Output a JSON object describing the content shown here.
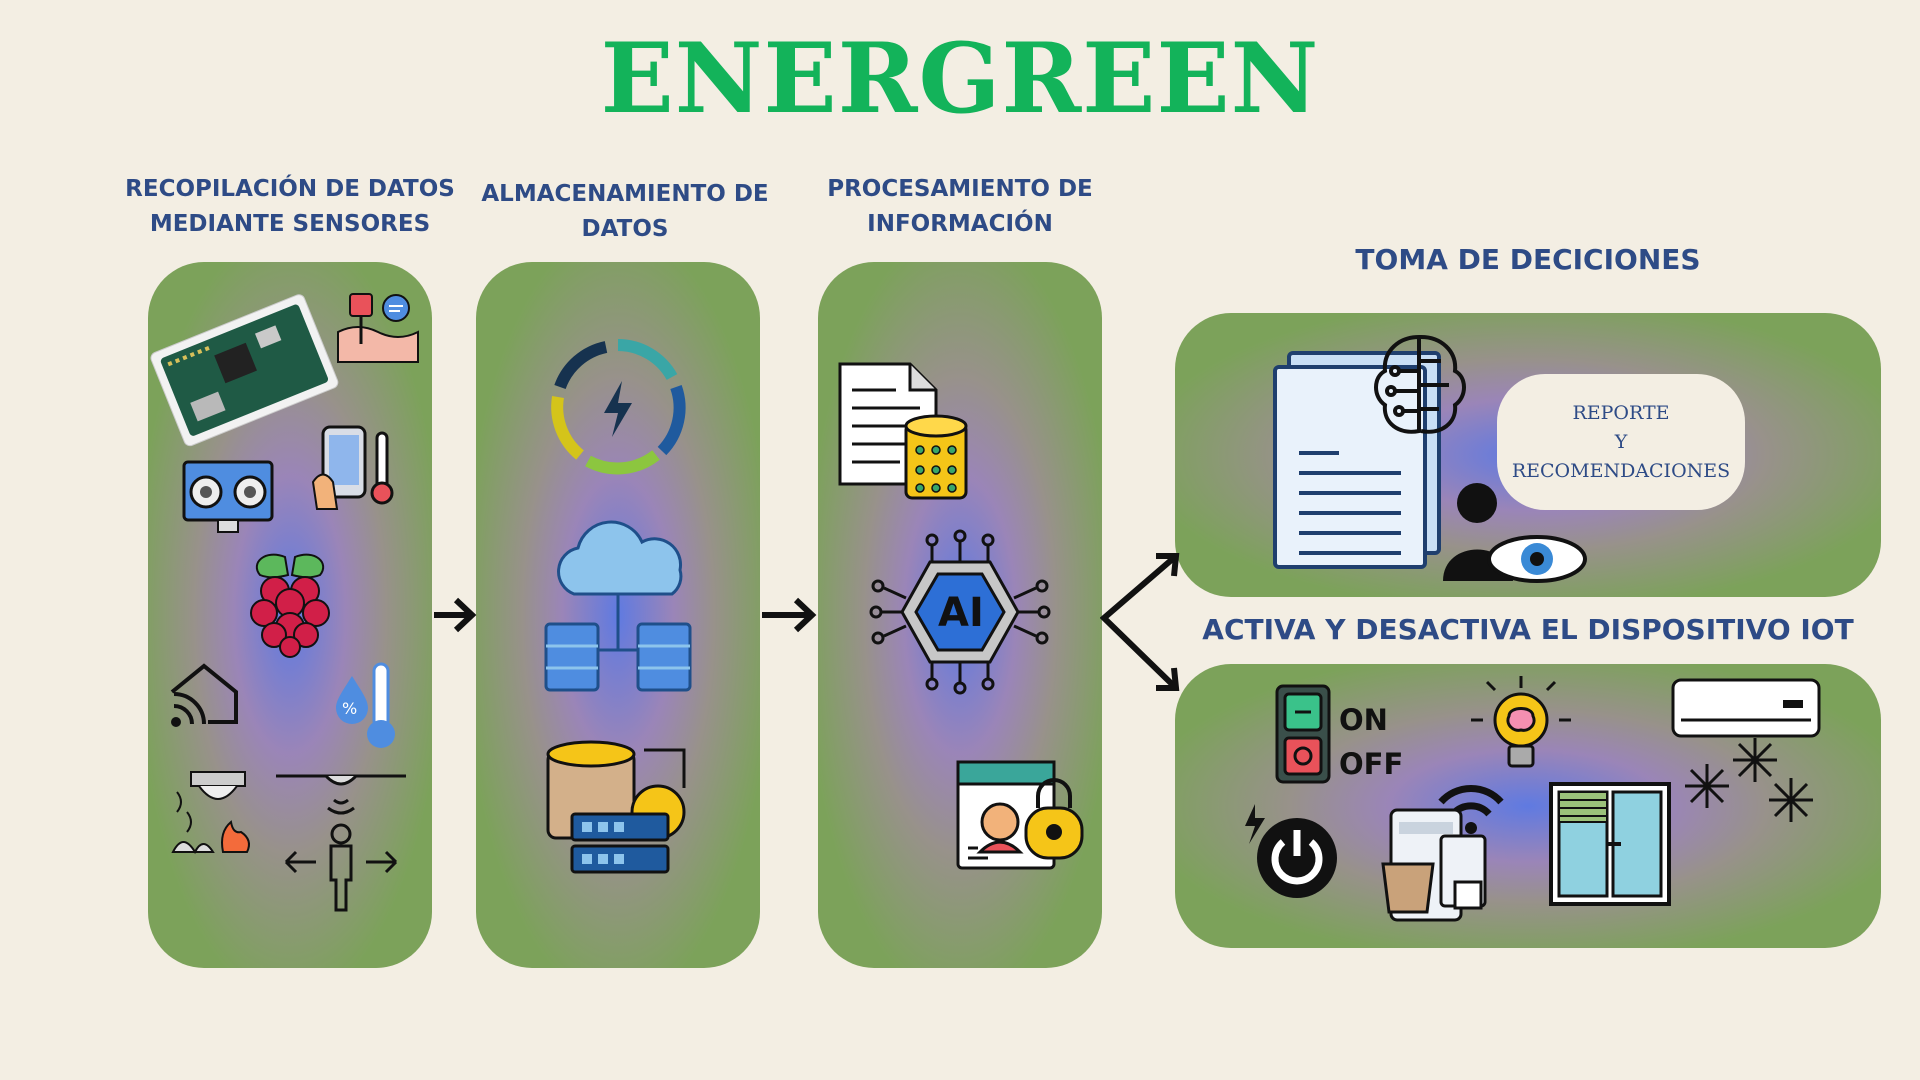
{
  "title": "ENERGREEN",
  "stages": {
    "collection": {
      "line1": "RECOPILACIÓN DE DATOS",
      "line2": "MEDIANTE SENSORES"
    },
    "storage": {
      "line1": "ALMACENAMIENTO DE",
      "line2": "DATOS"
    },
    "processing": {
      "line1": "PROCESAMIENTO DE",
      "line2": "INFORMACIÓN"
    },
    "decision": {
      "title": "TOMA DE DECICIONES"
    },
    "iot": {
      "title": "ACTIVA Y DESACTIVA EL DISPOSITIVO IOT"
    }
  },
  "report_bubble": {
    "line1": "REPORTE",
    "line2": "Y",
    "line3": "RECOMENDACIONES"
  },
  "switch_labels": {
    "on": "ON",
    "off": "OFF"
  },
  "icons": {
    "collection": [
      "circuit-board-icon",
      "soil-sensor-icon",
      "ultrasonic-sensor-icon",
      "phone-thermometer-icon",
      "raspberry-pi-icon",
      "smart-home-icon",
      "humidity-temperature-icon",
      "smoke-fire-detector-icon",
      "motion-sensor-icon"
    ],
    "storage": [
      "energy-cycle-icon",
      "cloud-database-icon",
      "database-server-icon"
    ],
    "processing": [
      "document-database-icon",
      "ai-chip-icon",
      "secure-profile-icon"
    ],
    "decision": [
      "report-document-icon",
      "brain-circuit-icon",
      "user-eye-icon"
    ],
    "iot": [
      "on-off-switch-icon",
      "idea-bulb-icon",
      "air-conditioner-icon",
      "snowflakes-icon",
      "power-button-icon",
      "coffee-maker-wifi-icon",
      "smart-window-icon"
    ]
  },
  "colors": {
    "title": "#13b35a",
    "heading": "#2e4b86",
    "background": "#f3eee3",
    "panel_edge": "#7ca25a",
    "panel_center": "#5e78e8"
  }
}
